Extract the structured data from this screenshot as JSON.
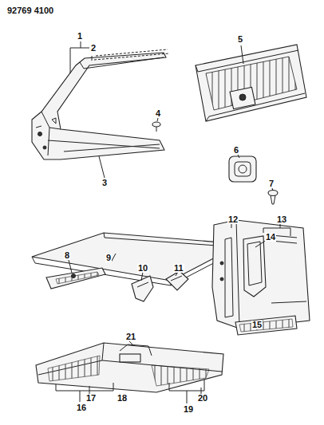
{
  "diagram": {
    "labels": [
      "92769 4100",
      "1",
      "2",
      "3",
      "4",
      "5",
      "6",
      "7",
      "8",
      "9",
      "10",
      "11",
      "12",
      "13",
      "14",
      "15",
      "16",
      "17",
      "18",
      "19",
      "20",
      "21"
    ]
  }
}
